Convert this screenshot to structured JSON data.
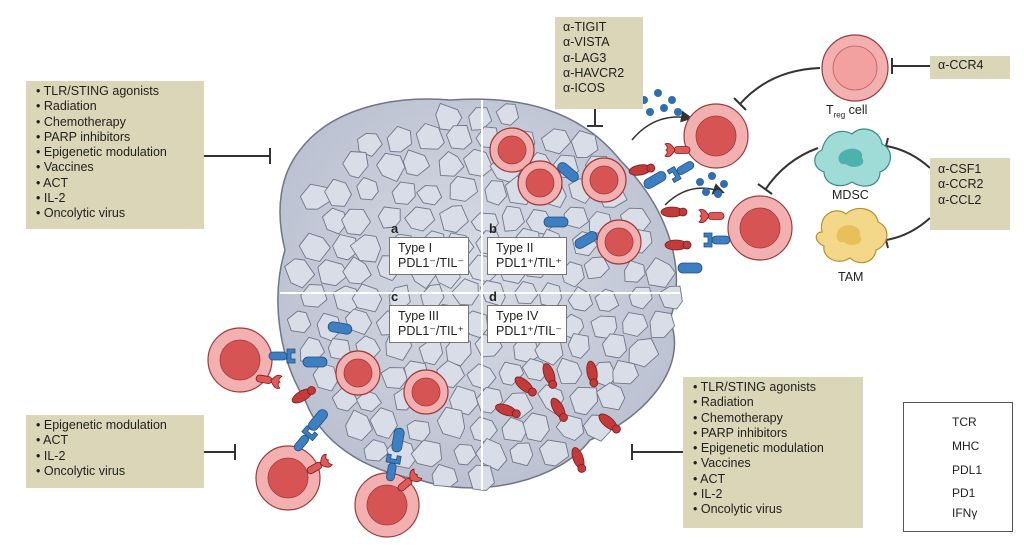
{
  "boxes": {
    "top_left": [
      "TLR/STING agonists",
      "Radiation",
      "Chemotherapy",
      "PARP inhibitors",
      "Epigenetic modulation",
      "Vaccines",
      "ACT",
      "IL-2",
      "Oncolytic virus"
    ],
    "top_center": [
      "α-TIGIT",
      "α-VISTA",
      "α-LAG3",
      "α-HAVCR2",
      "α-ICOS"
    ],
    "bottom_left": [
      "Epigenetic modulation",
      "ACT",
      "IL-2",
      "Oncolytic virus"
    ],
    "bottom_right": [
      "TLR/STING agonists",
      "Radiation",
      "Chemotherapy",
      "PARP inhibitors",
      "Epigenetic modulation",
      "Vaccines",
      "ACT",
      "IL-2",
      "Oncolytic virus"
    ],
    "ccr4": "α-CCR4",
    "csf": [
      "α-CSF1",
      "α-CCR2",
      "α-CCL2"
    ]
  },
  "quadrants": {
    "a": {
      "letter": "a",
      "type": "Type I",
      "marker": "PDL1⁻/TIL⁻"
    },
    "b": {
      "letter": "b",
      "type": "Type II",
      "marker": "PDL1⁺/TIL⁺"
    },
    "c": {
      "letter": "c",
      "type": "Type III",
      "marker": "PDL1⁻/TIL⁺"
    },
    "d": {
      "letter": "d",
      "type": "Type IV",
      "marker": "PDL1⁺/TIL⁻"
    }
  },
  "cells": {
    "treg_main": "T",
    "treg_sub": "reg",
    "treg_rest": " cell",
    "mdsc": "MDSC",
    "tam": "TAM"
  },
  "legend": {
    "tcr": "TCR",
    "mhc": "MHC",
    "pdl1": "PDL1",
    "pd1": "PD1",
    "ifng": "IFNγ"
  },
  "colors": {
    "box": "#dcd6b8",
    "tumor": "#c7ccda",
    "tcell": "#e38a8a",
    "tcr": "#3d7fc1",
    "pdl1": "#c33a3a",
    "mdsc": "#8fd3d0",
    "tam": "#f0d37a"
  }
}
